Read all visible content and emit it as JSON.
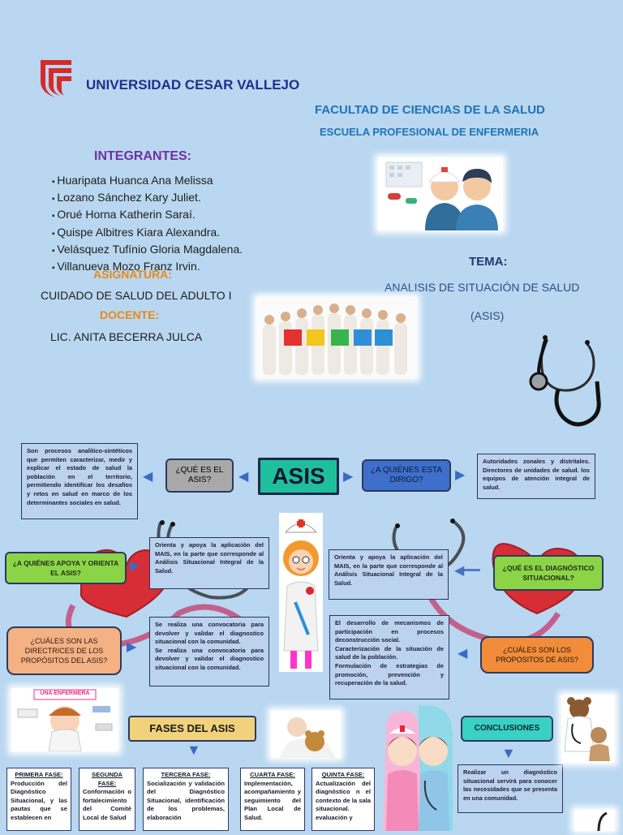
{
  "header": {
    "university": "UNIVERSIDAD CESAR VALLEJO",
    "faculty": "FACULTAD DE CIENCIAS DE LA SALUD",
    "school": "ESCUELA PROFESIONAL DE ENFERMERIA"
  },
  "members": {
    "title": "INTEGRANTES:",
    "names": [
      "Huaripata Huanca Ana Melissa",
      "Lozano Sánchez Kary Juliet.",
      "Orué Horna Katherin Saraí.",
      "Quispe Albitres Kiara Alexandra.",
      "Velásquez Tufínio Gloria Magdalena.",
      "Villanueva Mozo Franz Irvin."
    ]
  },
  "course": {
    "label": "ASIGNATURA:",
    "value": "CUIDADO DE SALUD DEL ADULTO I",
    "teacher_label": "DOCENTE:",
    "teacher": "LIC. ANITA BECERRA JULCA"
  },
  "topic": {
    "label": "TEMA:",
    "line1": "ANALISIS DE SITUACIÓN DE SALUD",
    "line2": "(ASIS)"
  },
  "map": {
    "center": "ASIS",
    "what_is": "¿QUÉ ES EL ASIS?",
    "what_is_text": "Son procesos analítico-sintéticos que permiten caracterizar, medir y explicar el estado de salud la población en el territorio, permitiendo identificar los desafíos y retos en salud en marco de los determinantes sociales en salud.",
    "who_to": "¿A QUIÉNES ESTA DIRIGO?",
    "who_to_text": "Autoridades zonales y distritales. Directores de unidades de salud. los equipos de atención integral de salud.",
    "who_supports": "¿A QUIÉNES APOYA Y ORIENTA EL ASIS?",
    "who_supports_text": "Orienta y apoya la aplicación del MAIS, en la parte que corresponde al Análisis Situacional Integral de la Salud.",
    "guidelines": "¿CUÁLES SON LAS DIRECTRICES DE LOS PROPÓSITOS DEL ASIS?",
    "guidelines_text_1": "Se realiza una convocatoria para devolver y validar el diagnostico situacional con la comunidad.",
    "guidelines_text_2": "Se realiza una convocatoria para devolver y validar el diagnostico situacional con la comunidad.",
    "diagnosis": "¿QUÉ ES EL DIAGNÓSTICO SITUACIONAL?",
    "diagnosis_text": "Orienta y apoya la aplicación del MAIS, en la parte que corresponde al Análisis Situacional Integral de la Salud.",
    "purposes": "¿CUÁLES SON LOS PROPOSITOS DE ASIS?",
    "purposes_text_1": "El desarrollo de mecanismos de participación en procesos deconstrucción social.",
    "purposes_text_2": "Caracterización de la situación de salud de la población.",
    "purposes_text_3": "Formulación de estrategias de promoción, prevención y recuperación de la salud."
  },
  "images": {
    "nurse_sign": "UNA ENFERMERA"
  },
  "phases": {
    "title": "FASES DEL ASIS",
    "items": [
      {
        "title": "PRIMERA FASE:",
        "text": "Producción del Diagnóstico Situacional, y las pautas que se establecen en"
      },
      {
        "title": "SEGUNDA FASE:",
        "text": "Conformación o fortalecimiento del Comité Local de Salud"
      },
      {
        "title": "TERCERA FASE:",
        "text": "Socialización y validación del Diagnóstico Situacional, identificación de los problemas, elaboración"
      },
      {
        "title": "CUARTA FASE:",
        "text": "Implementación, acompañamiento y seguimiento del Plan Local de Salud."
      },
      {
        "title": "QUINTA FASE:",
        "text": "Actualización del diagnóstico n el contexto de la sala situacional. evaluación y"
      }
    ]
  },
  "conclusions": {
    "title": "CONCLUSIONES",
    "text": "Realizar un diagnóstico situacional servirá para conocer las necesidades que se presenta en una comunidad."
  },
  "colors": {
    "background": "#b9d7f0",
    "university_blue": "#1f2f8f",
    "faculty_blue": "#1f73b8",
    "purple": "#7030a0",
    "orange": "#e88a14",
    "green_pill": "#8bd448",
    "teal_pill": "#3ad0c4",
    "salmon_pill": "#f4b183"
  }
}
